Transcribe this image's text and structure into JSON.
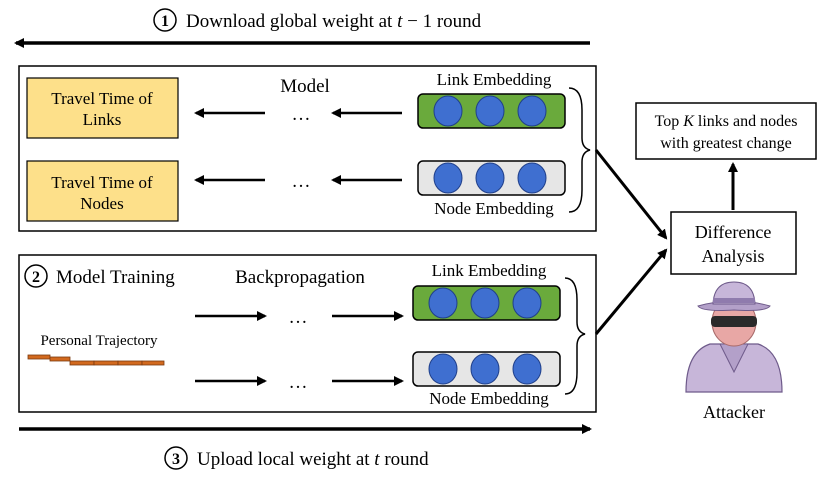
{
  "top_step": {
    "number": "1",
    "pre": "Download global weight at ",
    "var_t": "t",
    "post": " − 1 round"
  },
  "bottom_step": {
    "number": "3",
    "pre": "Upload local weight at ",
    "var_t": "t",
    "post": " round"
  },
  "upper_panel": {
    "model_label": "Model",
    "output_links": [
      "Travel Time of",
      "Links"
    ],
    "output_nodes": [
      "Travel Time of",
      "Nodes"
    ],
    "link_embedding_label": "Link Embedding",
    "node_embedding_label": "Node Embedding",
    "ellipsis": "…",
    "link_color": "#6aaa3c",
    "node_color": "#e6e6e6",
    "circle_color": "#3f6fd0",
    "output_box_color": "#fde08a"
  },
  "lower_panel": {
    "step_number": "2",
    "training_label": "Model Training",
    "backprop_label": "Backpropagation",
    "trajectory_label": "Personal Trajectory",
    "link_embedding_label": "Link Embedding",
    "node_embedding_label": "Node Embedding",
    "ellipsis": "…",
    "trajectory_color": "#d2691e"
  },
  "difference": {
    "line1": "Difference",
    "line2": "Analysis"
  },
  "topk": {
    "pre": "Top ",
    "var_k": "K",
    "post": " links and nodes",
    "line2": "with greatest change"
  },
  "attacker": {
    "label": "Attacker"
  }
}
